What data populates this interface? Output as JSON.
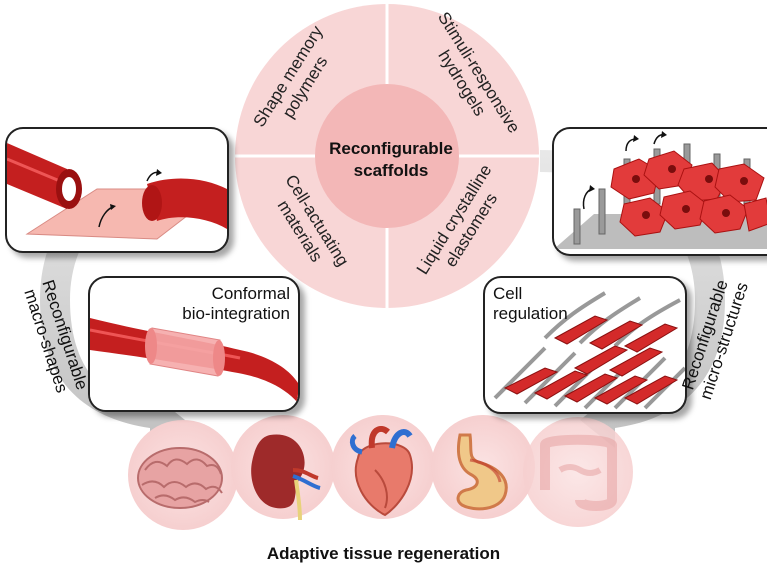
{
  "center": {
    "title_line1": "Reconfigurable",
    "title_line2": "scaffolds"
  },
  "segments": [
    {
      "line1": "Shape memory",
      "line2": "polymers"
    },
    {
      "line1": "Stimuli-responsive",
      "line2": "hydrogels"
    },
    {
      "line1": "Cell-actuating",
      "line2": "materials"
    },
    {
      "line1": "Liquid crystalline",
      "line2": "elastomers"
    }
  ],
  "panels": {
    "conformal": {
      "line1": "Conformal",
      "line2": "bio-integration"
    },
    "cell_regulation": {
      "line1": "Cell",
      "line2": "regulation"
    }
  },
  "side_labels": {
    "left": {
      "line1": "Reconfigurable",
      "line2": "macro-shapes"
    },
    "right": {
      "line1": "Reconfigurable",
      "line2": "micro-structures"
    }
  },
  "organs": [
    "brain-icon",
    "kidney-icon",
    "heart-icon",
    "stomach-icon",
    "intestine-icon"
  ],
  "footer": {
    "title": "Adaptive tissue regeneration"
  },
  "colors": {
    "tissue_red": "#d42a2a",
    "pink_circle": "#f8d6d6",
    "pale_pink": "#fbe6e6",
    "arrow_gray": "#c9c9c9"
  }
}
